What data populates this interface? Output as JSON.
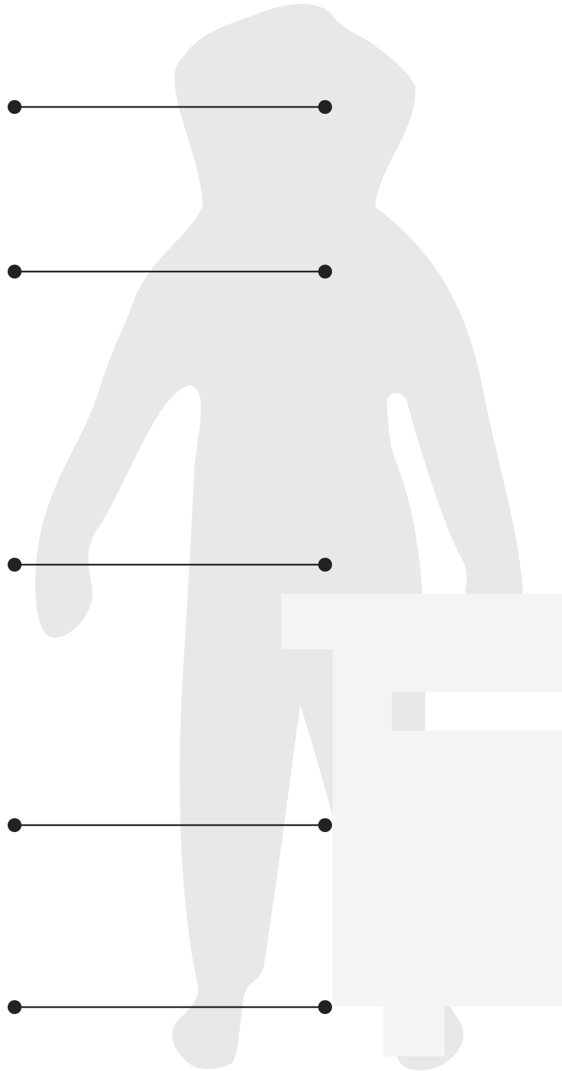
{
  "figure": {
    "silhouette_icon": "human-body-silhouette",
    "colors": {
      "background": "#ffffff",
      "silhouette": "#e8e8e8",
      "overlay_panel": "#f4f4f4",
      "leader_line": "#222222",
      "marker": "#222222"
    },
    "leader_lines": [
      {
        "id": "head"
      },
      {
        "id": "chest"
      },
      {
        "id": "hip"
      },
      {
        "id": "knee"
      },
      {
        "id": "foot"
      }
    ]
  }
}
